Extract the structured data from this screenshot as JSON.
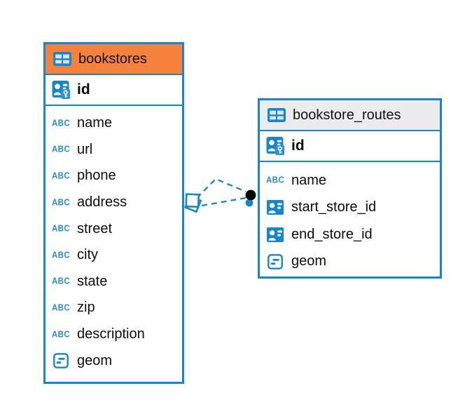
{
  "diagram": {
    "type": "entity-relationship",
    "colors": {
      "table_border": "#1787C9",
      "bookstores_header": "#F6813C",
      "bookstore_routes_header": "#ECECEC",
      "relation_line": "#1787C9",
      "endpoint_dot_black": "#000000",
      "endpoint_dot_blue": "#1787C9",
      "icon_blue": "#1787C9",
      "abc_icon_blue": "#2F8BCB",
      "text": "#0d0d0d"
    },
    "icons": {
      "abc_text": "ABC"
    },
    "tables": [
      {
        "name": "bookstores",
        "header_icon": "table-icon",
        "primary_key": {
          "name": "id",
          "icon": "person-key-icon"
        },
        "fields": [
          {
            "name": "name",
            "icon": "abc-icon"
          },
          {
            "name": "url",
            "icon": "abc-icon"
          },
          {
            "name": "phone",
            "icon": "abc-icon"
          },
          {
            "name": "address",
            "icon": "abc-icon"
          },
          {
            "name": "street",
            "icon": "abc-icon"
          },
          {
            "name": "city",
            "icon": "abc-icon"
          },
          {
            "name": "state",
            "icon": "abc-icon"
          },
          {
            "name": "zip",
            "icon": "abc-icon"
          },
          {
            "name": "description",
            "icon": "abc-icon"
          },
          {
            "name": "geom",
            "icon": "geometry-icon"
          }
        ]
      },
      {
        "name": "bookstore_routes",
        "header_icon": "table-icon",
        "primary_key": {
          "name": "id",
          "icon": "person-key-icon"
        },
        "fields": [
          {
            "name": "name",
            "icon": "abc-icon"
          },
          {
            "name": "start_store_id",
            "icon": "person-ref-icon"
          },
          {
            "name": "end_store_id",
            "icon": "person-ref-icon"
          },
          {
            "name": "geom",
            "icon": "geometry-icon"
          }
        ]
      }
    ],
    "relations": [
      {
        "from_table": "bookstores",
        "to_table": "bookstore_routes",
        "style": "dashed",
        "shape": "bent"
      },
      {
        "from_table": "bookstores",
        "to_table": "bookstore_routes",
        "style": "dashed",
        "shape": "straight"
      }
    ]
  }
}
